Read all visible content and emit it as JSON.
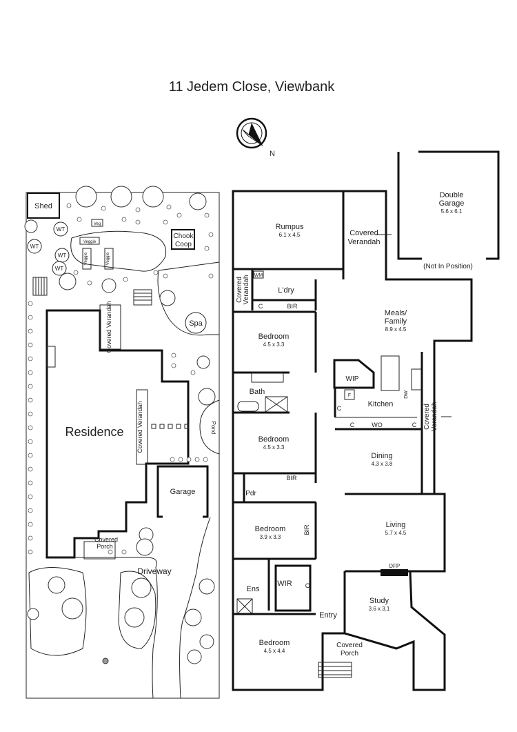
{
  "title": "11 Jedem Close, Viewbank",
  "compass": {
    "label": "N",
    "icon": "north-arrow-icon"
  },
  "site_plan": {
    "shed": "Shed",
    "wt": "WT",
    "veg": "Veg",
    "veggie": "Veggie",
    "chook_coop": [
      "Chook",
      "Coop"
    ],
    "spa": "Spa",
    "covered_verandah": "Covered Verandah",
    "residence": "Residence",
    "pond": "Pond",
    "garage": "Garage",
    "covered_porch": [
      "Covered",
      "Porch"
    ],
    "driveway": "Driveway"
  },
  "floor_plan": {
    "rooms": [
      {
        "key": "rumpus",
        "name": "Rumpus",
        "size": "6.1 x 4.5"
      },
      {
        "key": "double-garage",
        "name": "Double Garage",
        "size": "5.6 x 6.1",
        "note": "(Not In Position)"
      },
      {
        "key": "meals-family",
        "name": "Meals/ Family",
        "size": "8.9 x 4.5"
      },
      {
        "key": "bedroom-1",
        "name": "Bedroom",
        "size": "4.5 x 3.3"
      },
      {
        "key": "bedroom-2",
        "name": "Bedroom",
        "size": "4.5 x 3.3"
      },
      {
        "key": "bedroom-3",
        "name": "Bedroom",
        "size": "3.9 x 3.3"
      },
      {
        "key": "bedroom-4",
        "name": "Bedroom",
        "size": "4.5 x 4.4"
      },
      {
        "key": "dining",
        "name": "Dining",
        "size": "4.3 x 3.8"
      },
      {
        "key": "living",
        "name": "Living",
        "size": "5.7 x 4.5"
      },
      {
        "key": "study",
        "name": "Study",
        "size": "3.6 x 3.1"
      }
    ],
    "labels": {
      "covered_verandah": [
        "Covered",
        "Verandah"
      ],
      "ldry": "L'dry",
      "wm": "WM",
      "c": "C",
      "bir": "BIR",
      "bath": "Bath",
      "wip": "WIP",
      "f": "F",
      "kitchen": "Kitchen",
      "dw": "DW",
      "wo": "WO",
      "pdr": "Pdr",
      "ens": "Ens",
      "wir": "WIR",
      "entry": "Entry",
      "covered_porch": [
        "Covered",
        "Porch"
      ],
      "ofp": "OFP"
    }
  }
}
